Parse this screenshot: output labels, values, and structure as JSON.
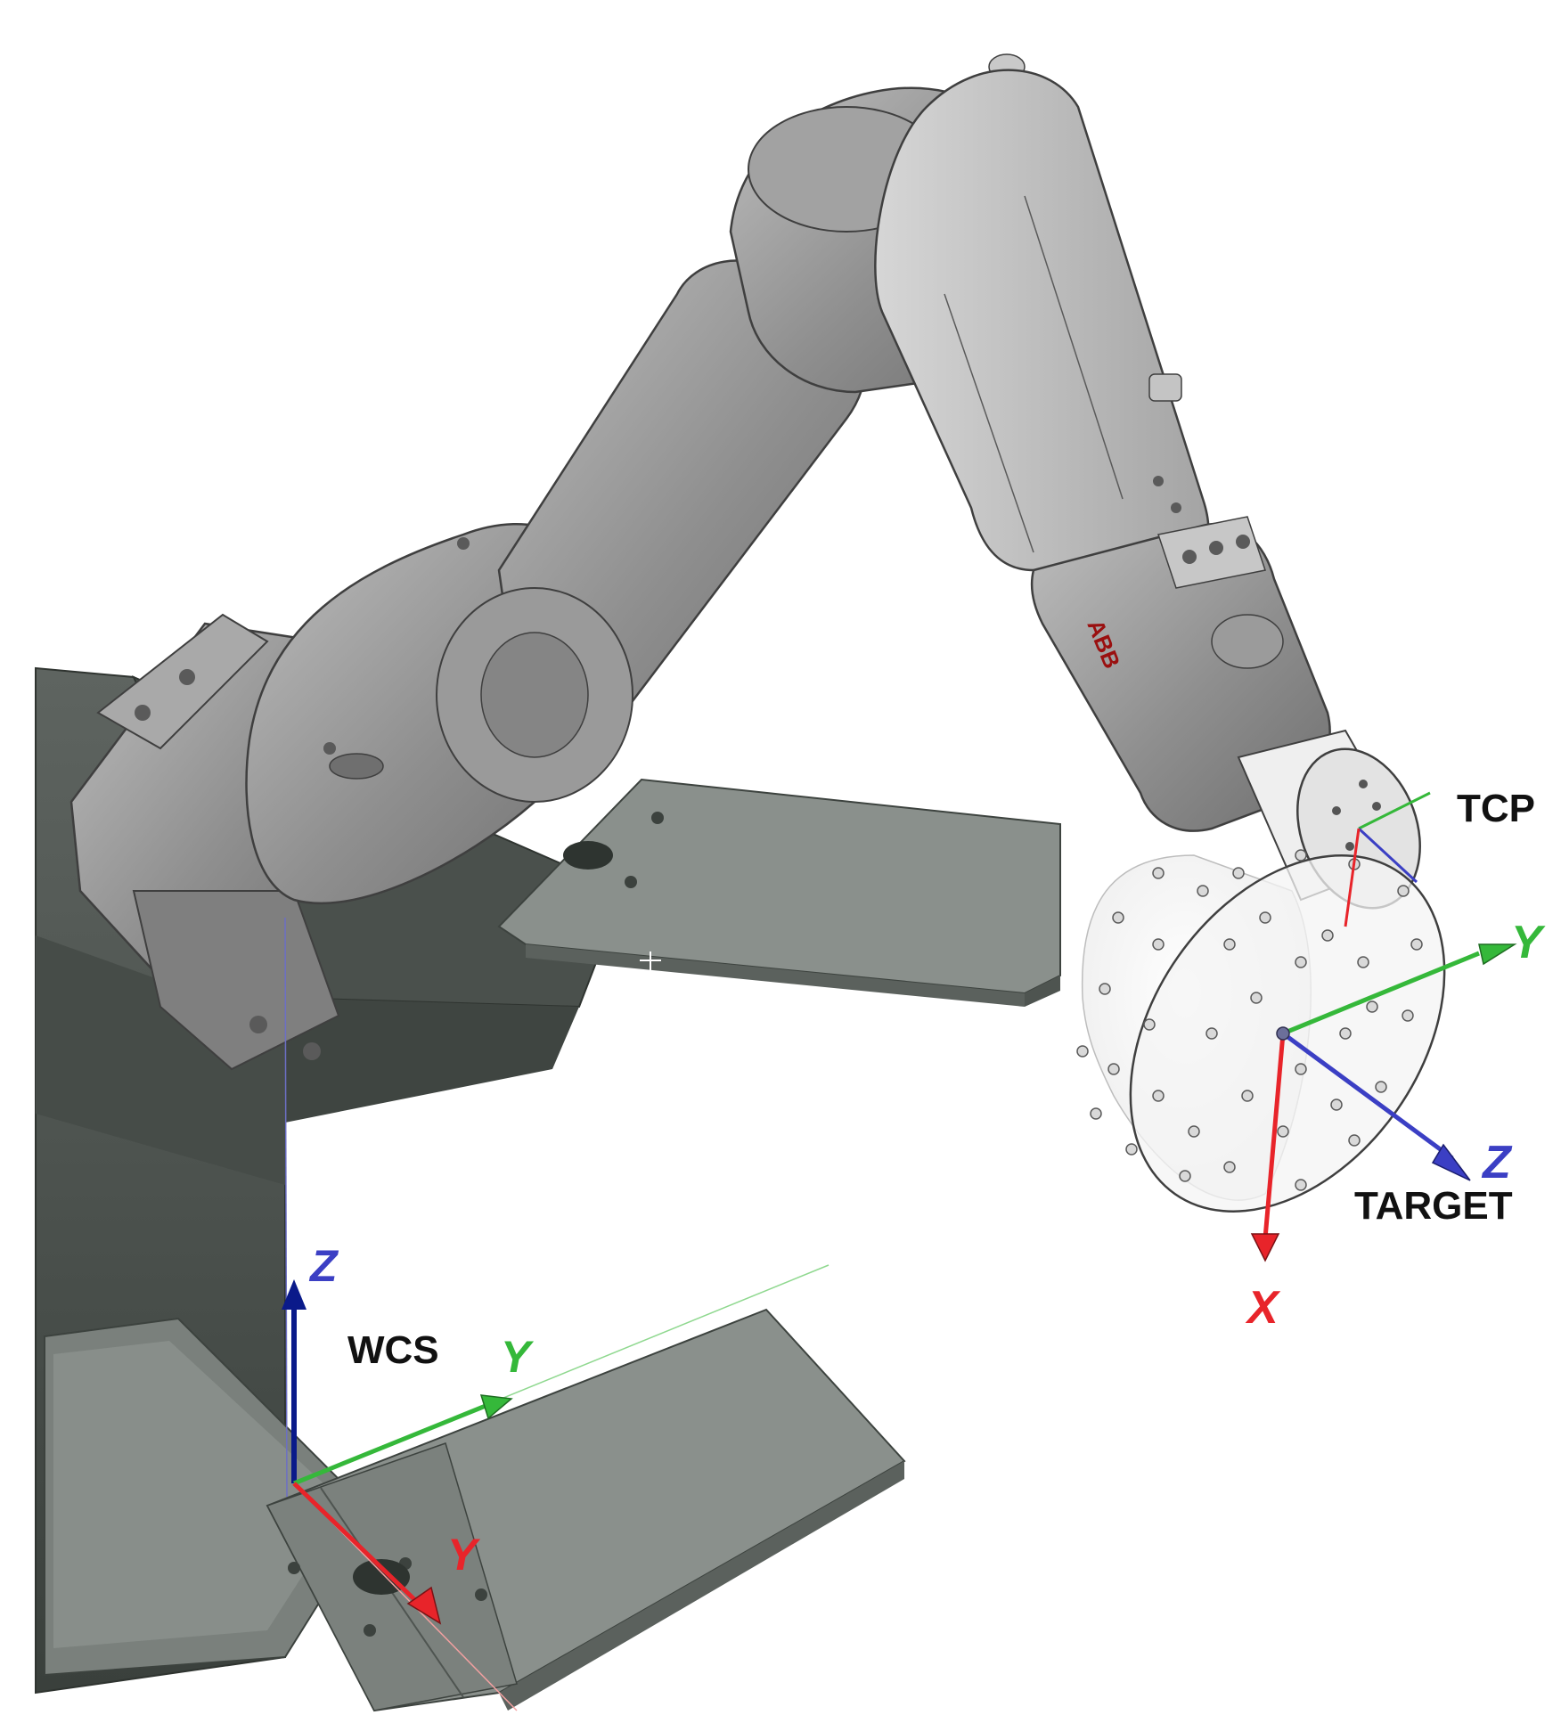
{
  "labels": {
    "tcp": "TCP",
    "target": "TARGET",
    "wcs": "WCS",
    "brand": "ABB"
  },
  "target_frame": {
    "x_label": "X",
    "y_label": "Y",
    "z_label": "Z"
  },
  "wcs_frame": {
    "z_label": "Z",
    "y_label": "Y",
    "x_label": "Y"
  },
  "colors": {
    "axis_x": "#e8242a",
    "axis_y": "#35b83a",
    "axis_z": "#3b3fc4",
    "axis_z_dark": "#0a1a8a",
    "robot_body": "#8e8e8e",
    "robot_light": "#b9b9b9",
    "machine_dark": "#4e5450",
    "plate": "#838985",
    "label_dark": "#111111"
  }
}
